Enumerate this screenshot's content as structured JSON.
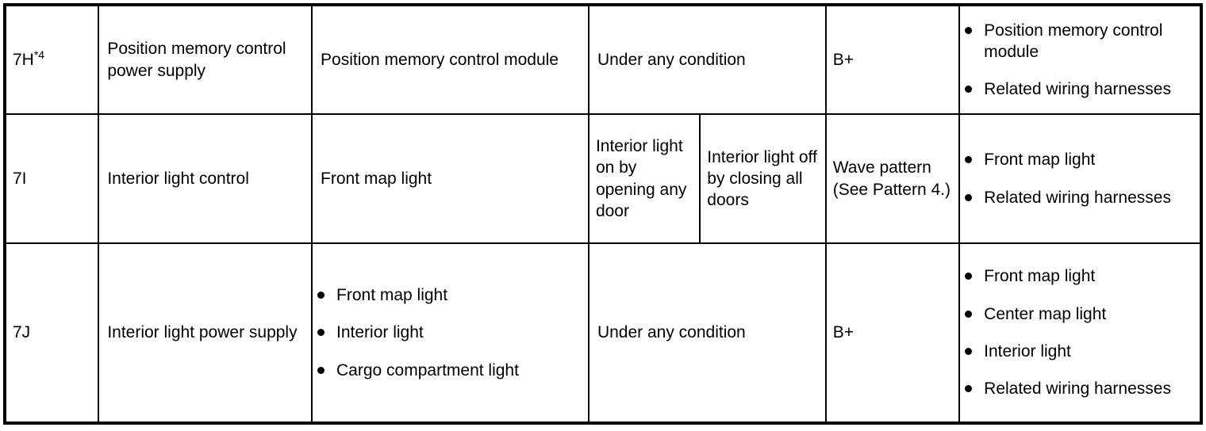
{
  "table": {
    "columns": [
      "code",
      "item",
      "target",
      "condition",
      "signal",
      "related_parts"
    ],
    "rows": [
      {
        "code_main": "7H",
        "code_sup": "*4",
        "item": "Position memory control power supply",
        "target": "Position memory control module",
        "condition": "Under any condition",
        "condition_split": false,
        "signal": "B+",
        "related_parts": [
          "Position memory control module",
          "Related wiring harnesses"
        ]
      },
      {
        "code_main": "7I",
        "code_sup": "",
        "item": "Interior light control",
        "target": "Front map light",
        "condition_split": true,
        "condition_a": "Interior light on by opening any door",
        "condition_b": "Interior light off by closing all doors",
        "signal": "Wave pattern (See Pattern 4.)",
        "related_parts": [
          "Front map light",
          "Related wiring harnesses"
        ]
      },
      {
        "code_main": "7J",
        "code_sup": "",
        "item": "Interior light power supply",
        "target_bullets": [
          "Front map light",
          "Interior light",
          "Cargo compartment light"
        ],
        "condition": "Under any condition",
        "condition_split": false,
        "signal": "B+",
        "related_parts": [
          "Front map light",
          "Center map light",
          "Interior light",
          "Related wiring harnesses"
        ]
      }
    ]
  },
  "colors": {
    "border": "#000000",
    "text": "#000000",
    "background": "#ffffff"
  }
}
